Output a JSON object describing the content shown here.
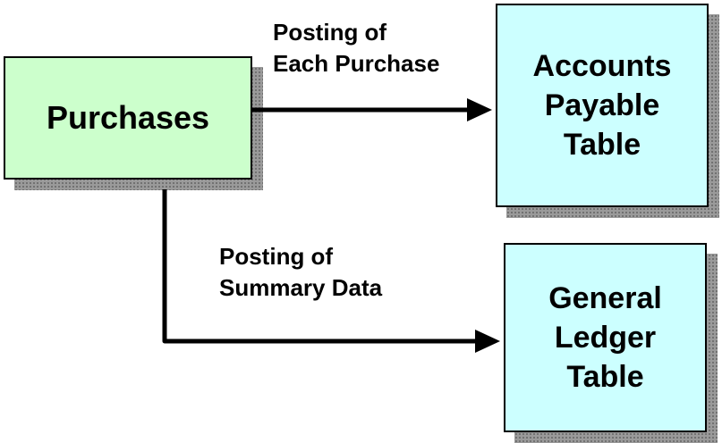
{
  "nodes": {
    "purchases": {
      "lines": [
        "Purchases"
      ]
    },
    "accounts_payable": {
      "lines": [
        "Accounts",
        "Payable",
        "Table"
      ]
    },
    "general_ledger": {
      "lines": [
        "General",
        "Ledger",
        "Table"
      ]
    }
  },
  "edges": {
    "each_purchase": {
      "lines": [
        "Posting of",
        "Each Purchase"
      ]
    },
    "summary_data": {
      "lines": [
        "Posting of",
        "Summary Data"
      ]
    }
  },
  "colors": {
    "source_fill": "#ccffcc",
    "target_fill": "#ccffff",
    "line": "#000000"
  }
}
